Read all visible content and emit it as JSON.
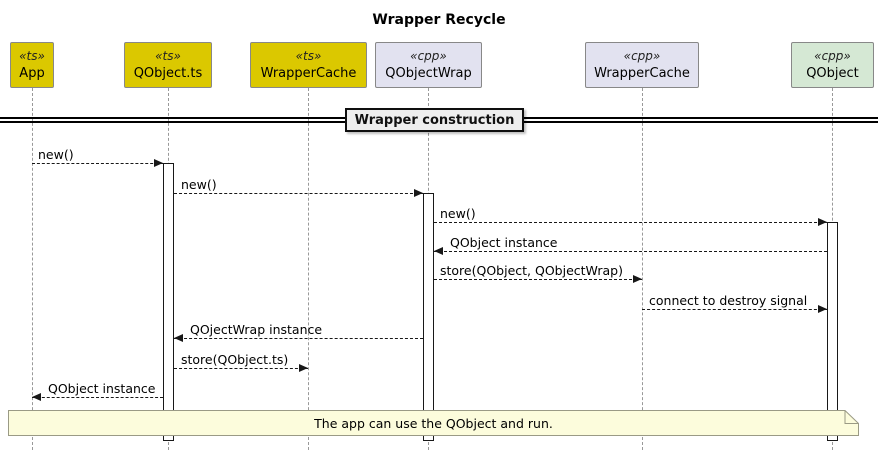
{
  "title": "Wrapper Recycle",
  "participants": [
    {
      "stereotype": "«ts»",
      "name": "App",
      "fill": "#DBC800"
    },
    {
      "stereotype": "«ts»",
      "name": "QObject.ts",
      "fill": "#DBC800"
    },
    {
      "stereotype": "«ts»",
      "name": "WrapperCache",
      "fill": "#DBC800"
    },
    {
      "stereotype": "«cpp»",
      "name": "QObjectWrap",
      "fill": "#E2E2F0"
    },
    {
      "stereotype": "«cpp»",
      "name": "WrapperCache",
      "fill": "#E2E2F0"
    },
    {
      "stereotype": "«cpp»",
      "name": "QObject",
      "fill": "#D5E8D4"
    }
  ],
  "divider": {
    "label": "Wrapper construction"
  },
  "messages": [
    {
      "label": "new()",
      "from": "App",
      "to": "QObject.ts"
    },
    {
      "label": "new()",
      "from": "QObject.ts",
      "to": "QObjectWrap"
    },
    {
      "label": "new()",
      "from": "QObjectWrap",
      "to": "QObject"
    },
    {
      "label": "QObject instance",
      "from": "QObject",
      "to": "QObjectWrap"
    },
    {
      "label": "store(QObject, QObjectWrap)",
      "from": "QObjectWrap",
      "to": "WrapperCache (cpp)"
    },
    {
      "label": "connect to destroy signal",
      "from": "WrapperCache (cpp)",
      "to": "QObject"
    },
    {
      "label": "QOjectWrap instance",
      "from": "QObjectWrap",
      "to": "QObject.ts"
    },
    {
      "label": "store(QObject.ts)",
      "from": "QObject.ts",
      "to": "WrapperCache (ts)"
    },
    {
      "label": "QObject instance",
      "from": "QObject.ts",
      "to": "App"
    }
  ],
  "note": {
    "text": "The app can use the QObject and run."
  },
  "colors": {
    "ts_fill": "#DBC800",
    "cpp_fill": "#E2E2F0",
    "qobject_fill": "#D5E8D4",
    "note_fill": "#FCFCDC",
    "divider_fill": "#EEEEEE",
    "lifeline": "#999999",
    "arrow": "#181818",
    "box_border": "#888888"
  }
}
